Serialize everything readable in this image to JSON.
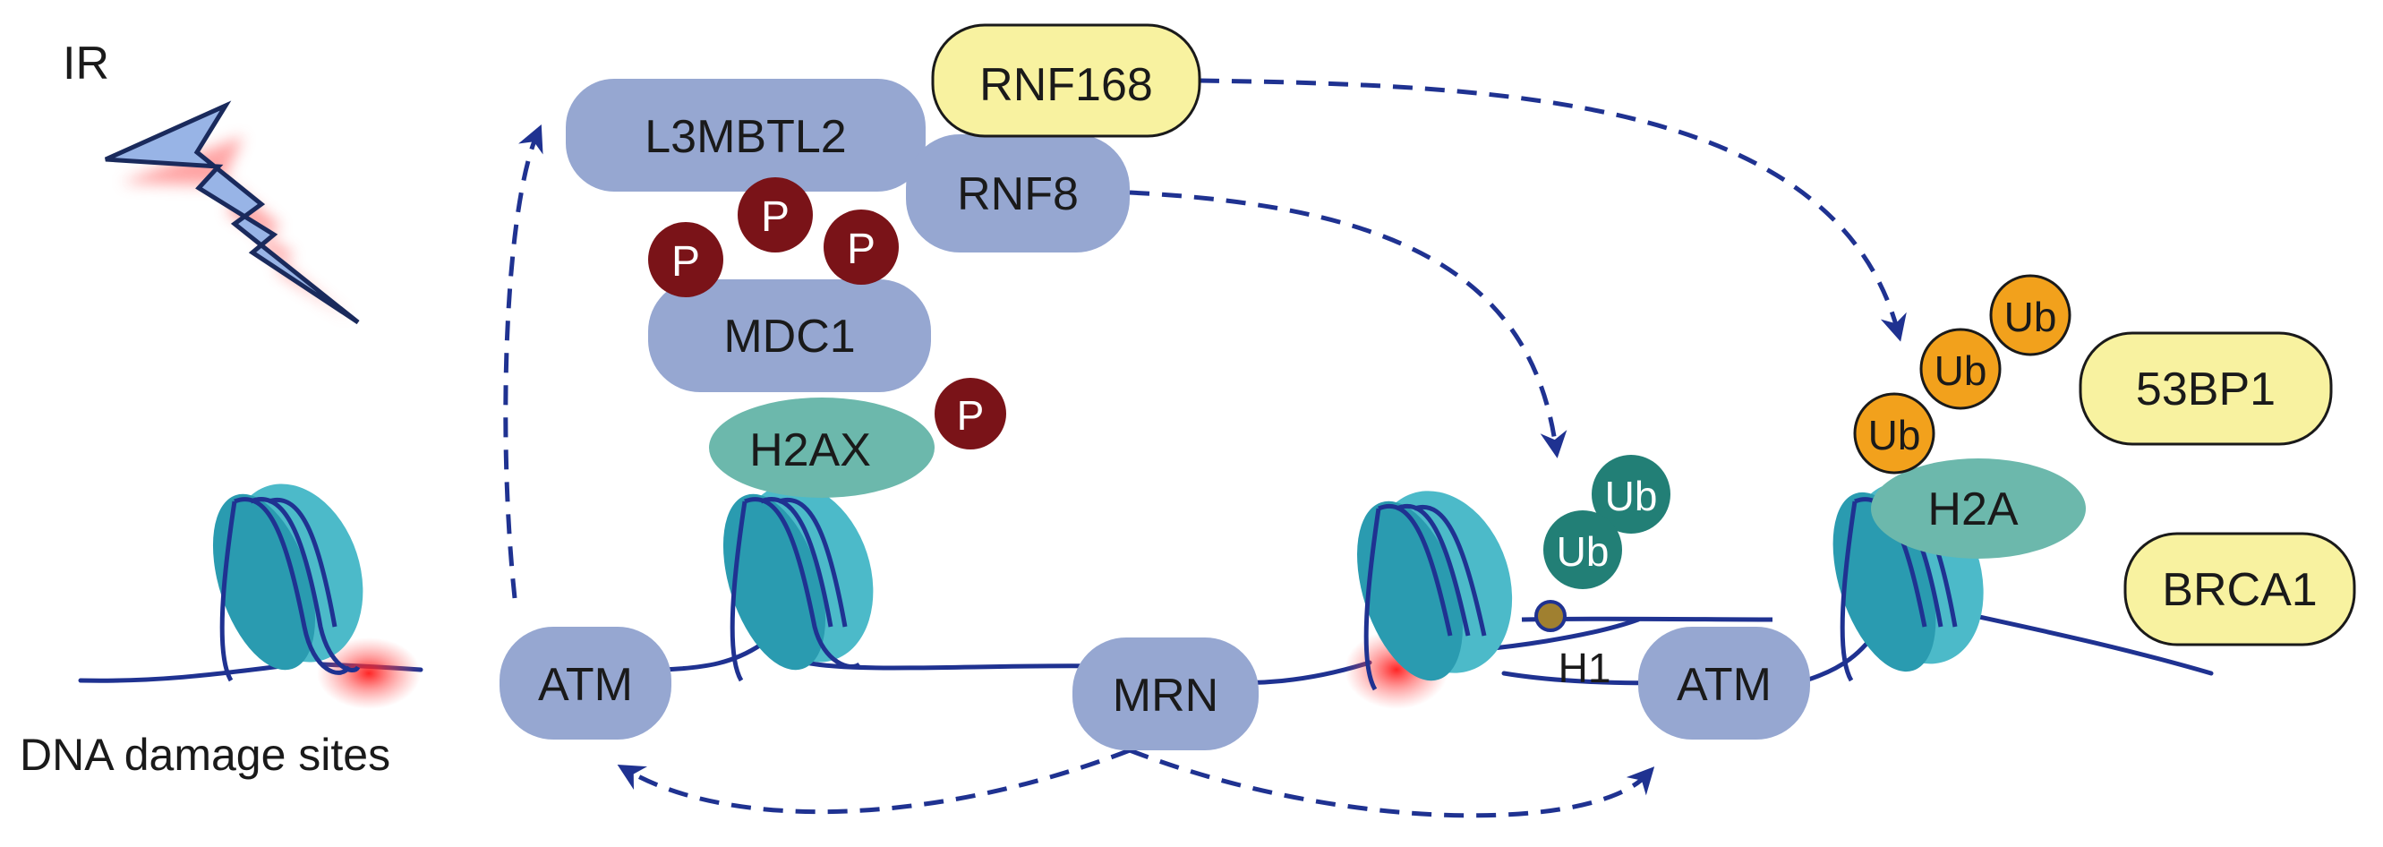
{
  "colors": {
    "ink": "#1a1a1a",
    "dna": "#1f3291",
    "protein": "#96a7d1",
    "yellow": "#f8f2a0",
    "phospho": "#7a1318",
    "ub_green": "#227f76",
    "ub_orange": "#f2a11c",
    "histone_green": "#6cb8ac",
    "nucleosome": "#4cbac9",
    "nucleosome_dark": "#2a9bb0",
    "arrow": "#1f3291",
    "damage_glow": "#ff2020",
    "bolt": "#98b4e6"
  },
  "icons": {
    "radiation": "lightning-bolt-icon"
  },
  "labels": {
    "ir": "IR",
    "dna_damage_sites": "DNA damage sites",
    "l3mbtl2": "L3MBTL2",
    "rnf168": "RNF168",
    "rnf8": "RNF8",
    "mdc1": "MDC1",
    "h2ax": "H2AX",
    "p": "P",
    "ub": "Ub",
    "h1": "H1",
    "h2a": "H2A",
    "p53bp1": "53BP1",
    "brca1": "BRCA1",
    "atm": "ATM",
    "mrn": "MRN"
  }
}
